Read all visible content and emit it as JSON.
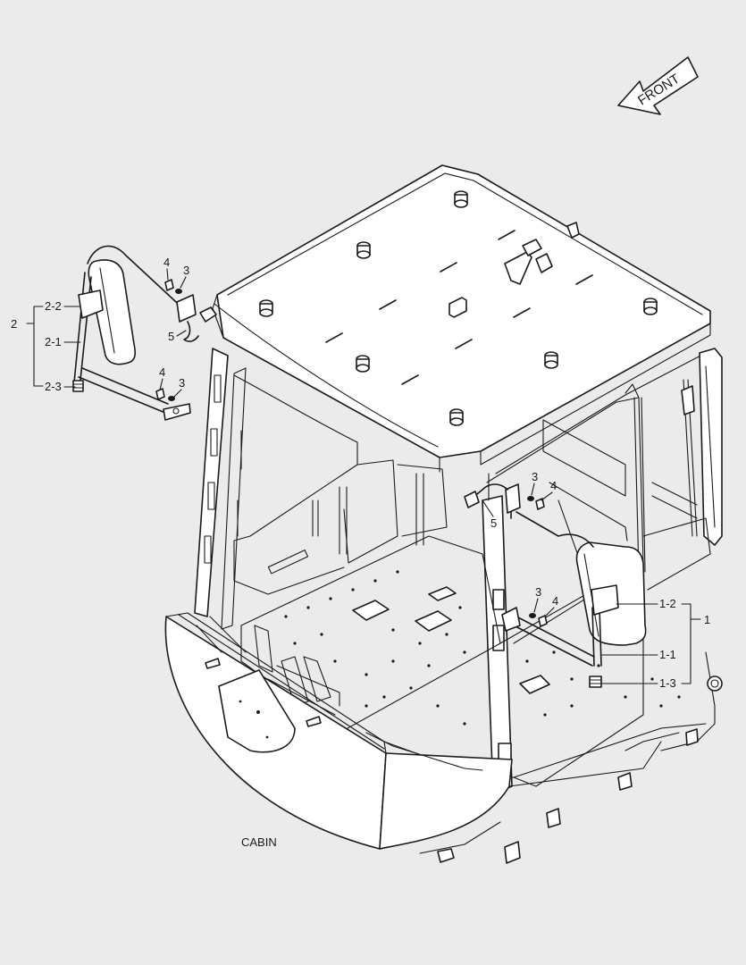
{
  "direction_arrow": {
    "label": "FRONT"
  },
  "caption": "CABIN",
  "callouts": {
    "left_group": "2",
    "left_mirror": "2-2",
    "left_arm": "2-1",
    "left_cap": "2-3",
    "right_group": "1",
    "right_mirror": "1-2",
    "right_arm": "1-1",
    "right_cap": "1-3",
    "bolt": "4",
    "washer": "3",
    "wire": "5"
  }
}
